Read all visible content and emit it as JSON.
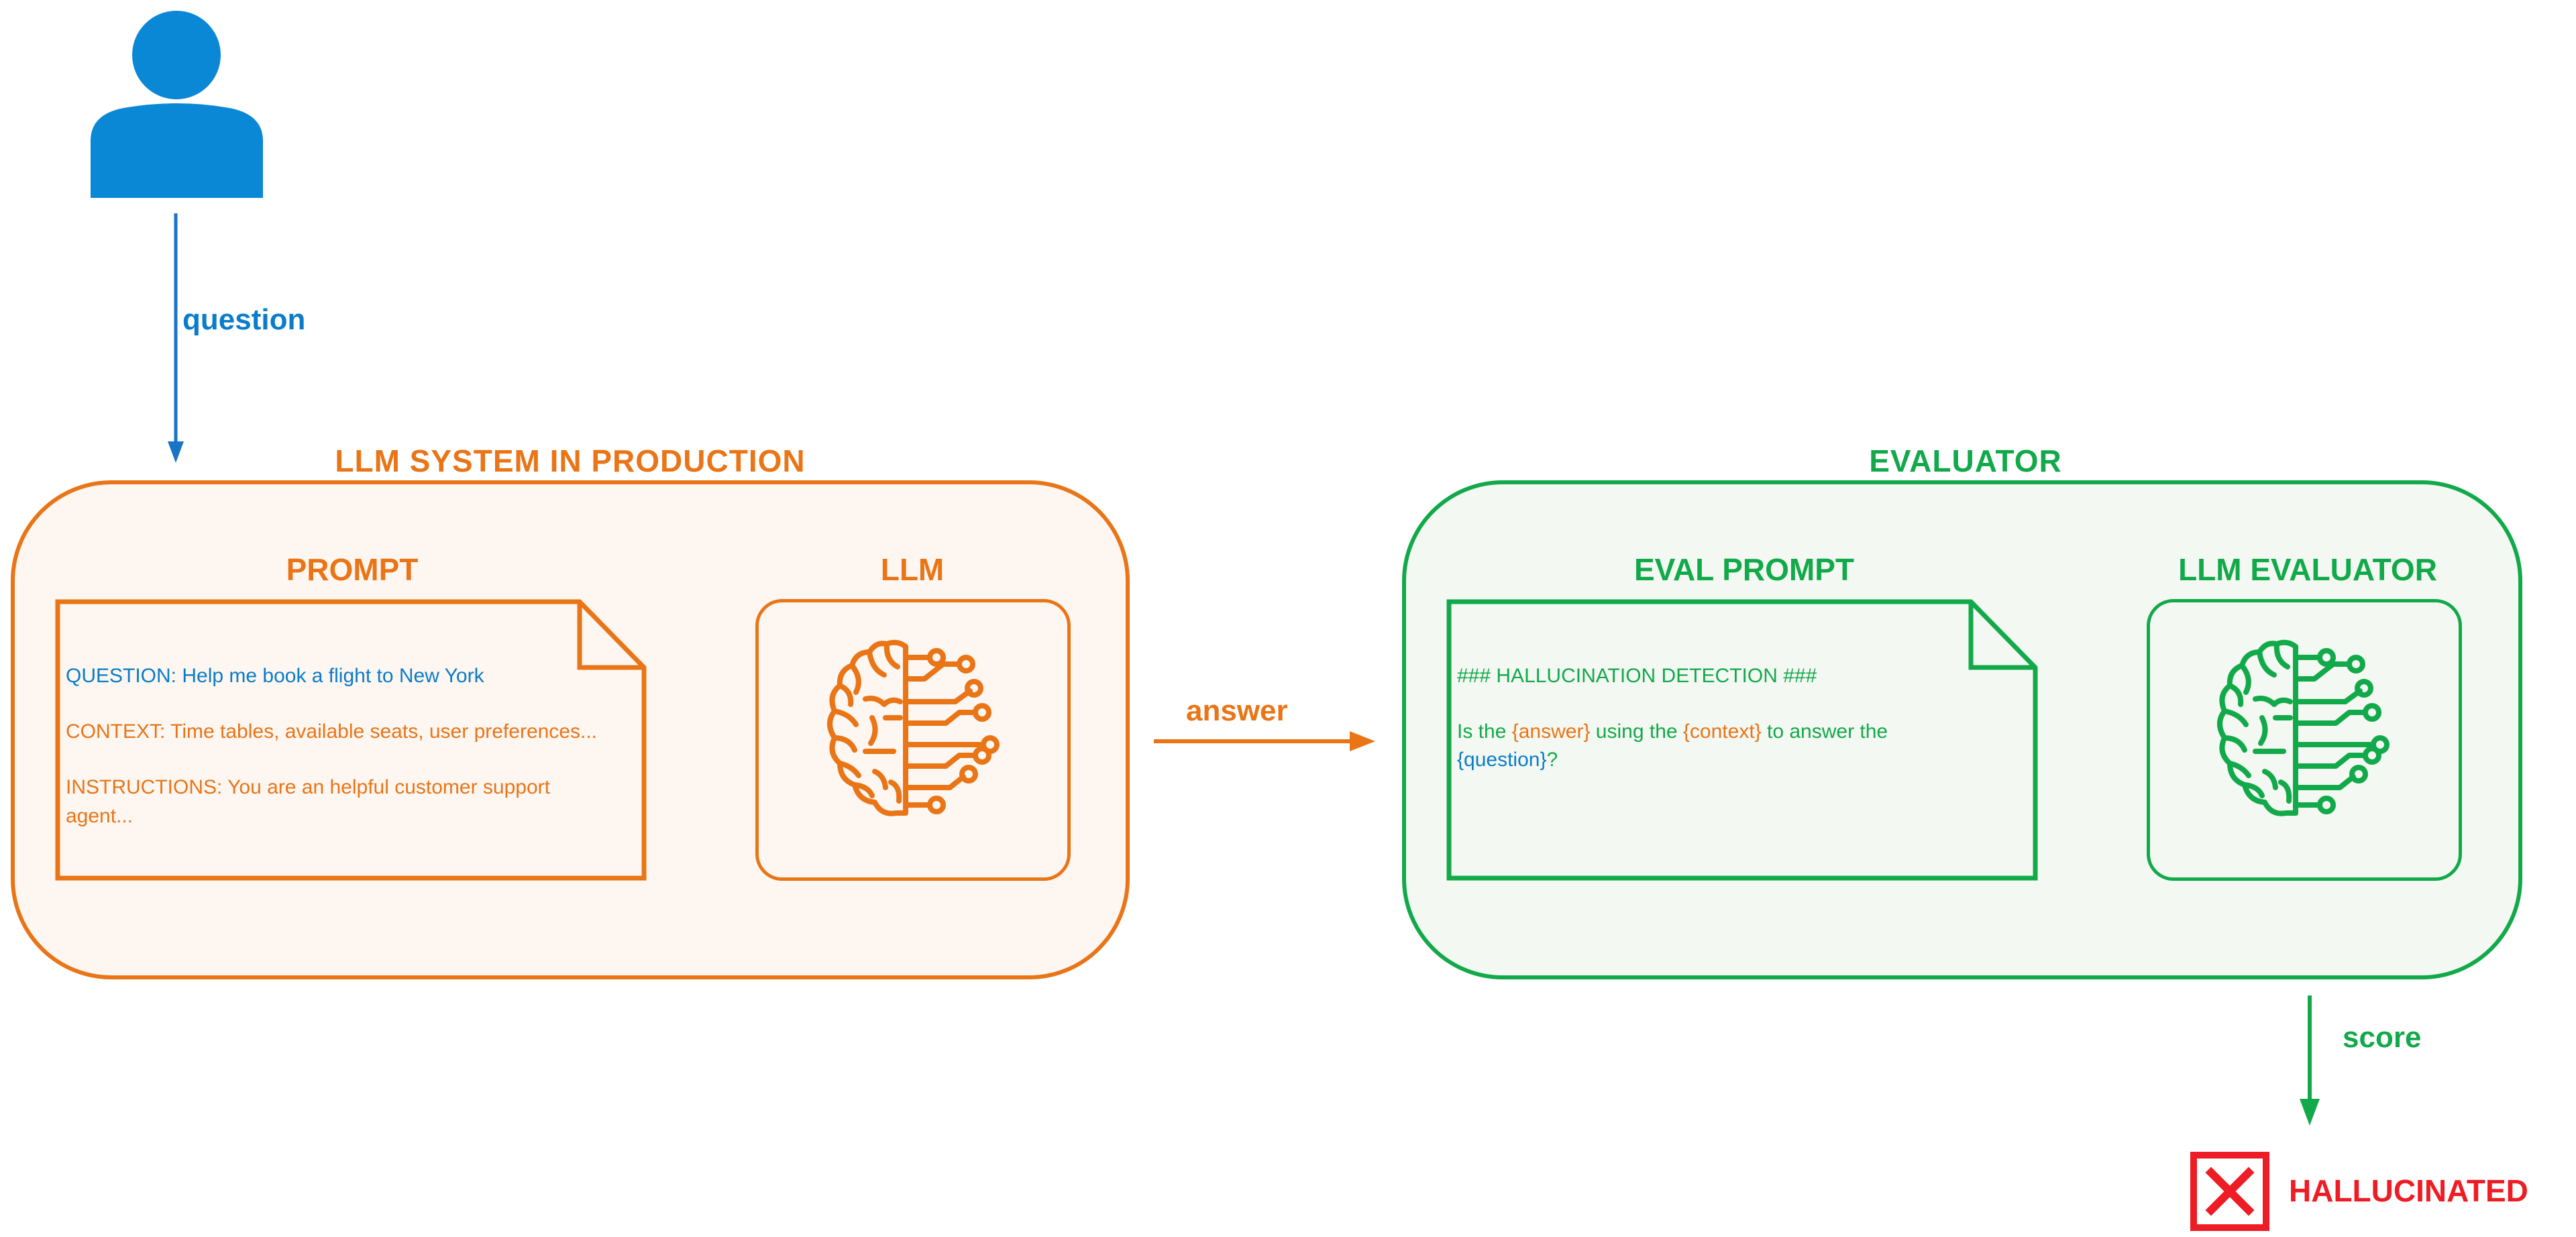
{
  "user": {
    "icon": "user-icon",
    "color": "#0a7cc9"
  },
  "flows": {
    "question_label": "question",
    "answer_label": "answer",
    "score_label": "score"
  },
  "system": {
    "title": "LLM SYSTEM IN PRODUCTION",
    "prompt_title": "PROMPT",
    "prompt_lines": {
      "question": "QUESTION: Help me book a flight to New York",
      "context": "CONTEXT: Time tables, available seats, user preferences...",
      "instructions_1": "INSTRUCTIONS: You are an helpful customer support",
      "instructions_2": "agent..."
    },
    "llm_title": "LLM",
    "llm_icon": "brain-circuit-icon",
    "color": "#e97517"
  },
  "evaluator": {
    "title": "EVALUATOR",
    "prompt_title": "EVAL PROMPT",
    "prompt_lines": {
      "header": "### HALLUCINATION DETECTION ###",
      "line1_a": "Is the ",
      "line1_b": "{answer}",
      "line1_c": " using the ",
      "line1_d": "{context}",
      "line1_e": " to answer the",
      "line2_a": "{question}",
      "line2_b": "?"
    },
    "llm_title": "LLM EVALUATOR",
    "llm_icon": "brain-circuit-icon",
    "color": "#12a94a"
  },
  "result": {
    "label": "HALLUCINATED",
    "icon": "x-box-icon",
    "color": "#ee1c24"
  }
}
